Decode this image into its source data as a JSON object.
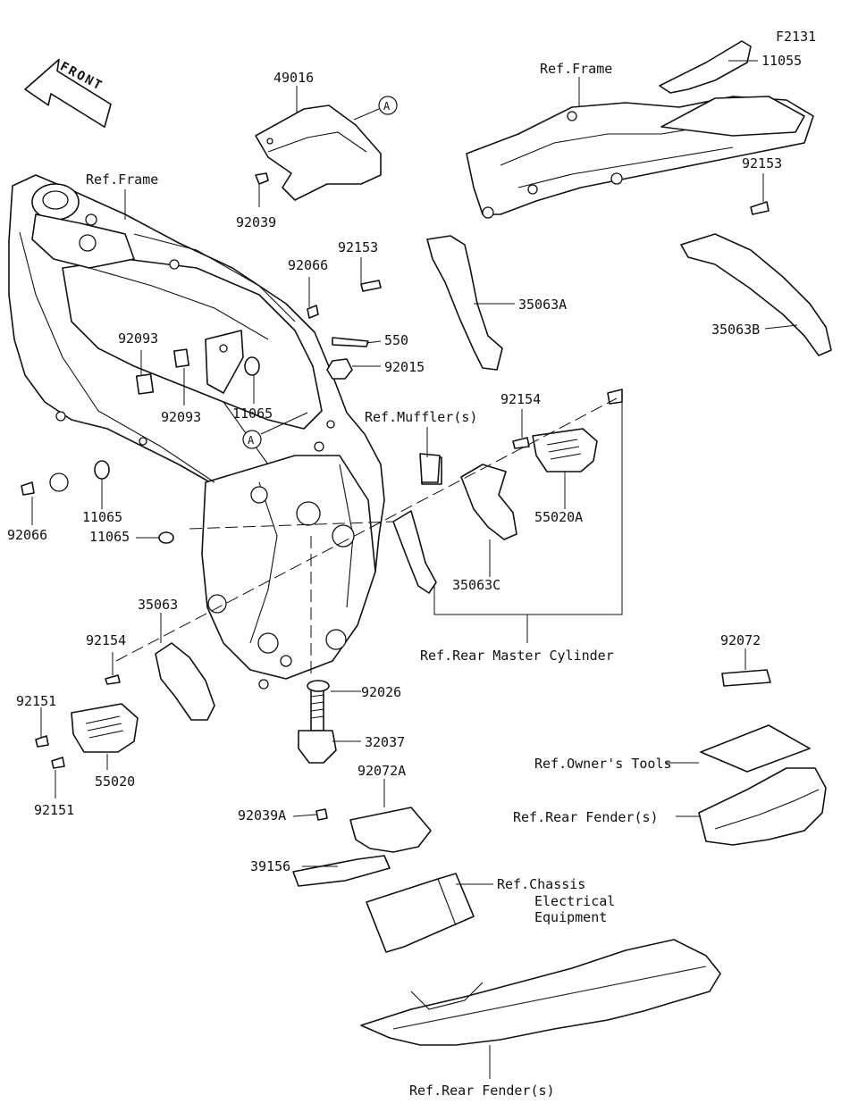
{
  "figure_code": "F2131",
  "front_arrow_label": "FRONT",
  "callout_circle_letter": "A",
  "labels": {
    "p11055": "11055",
    "ref_frame_top": "Ref.Frame",
    "p49016": "49016",
    "ref_frame_left": "Ref.Frame",
    "p92039": "92039",
    "p92153_right": "92153",
    "p92153_mid": "92153",
    "p92066_top": "92066",
    "p35063A": "35063A",
    "p35063B": "35063B",
    "p92093_a": "92093",
    "p92093_b": "92093",
    "p550": "550",
    "p92015": "92015",
    "p11065_a": "11065",
    "p92154_right": "92154",
    "ref_mufflers": "Ref.Muffler(s)",
    "p55020A": "55020A",
    "p92066_left": "92066",
    "p11065_b": "11065",
    "p11065_c": "11065",
    "p35063C": "35063C",
    "p35063": "35063",
    "ref_rear_master_cylinder": "Ref.Rear Master Cylinder",
    "p92154_left": "92154",
    "p92072": "92072",
    "p92026": "92026",
    "p92151_a": "92151",
    "p32037": "32037",
    "ref_owners_tools": "Ref.Owner's Tools",
    "p55020": "55020",
    "p92151_b": "92151",
    "p92072A": "92072A",
    "p92039A": "92039A",
    "ref_rear_fenders_right": "Ref.Rear Fender(s)",
    "p39156": "39156",
    "ref_chassis_line1": "Ref.Chassis",
    "ref_chassis_line2": "Electrical",
    "ref_chassis_line3": "Equipment",
    "ref_rear_fenders_bottom": "Ref.Rear Fender(s)"
  }
}
